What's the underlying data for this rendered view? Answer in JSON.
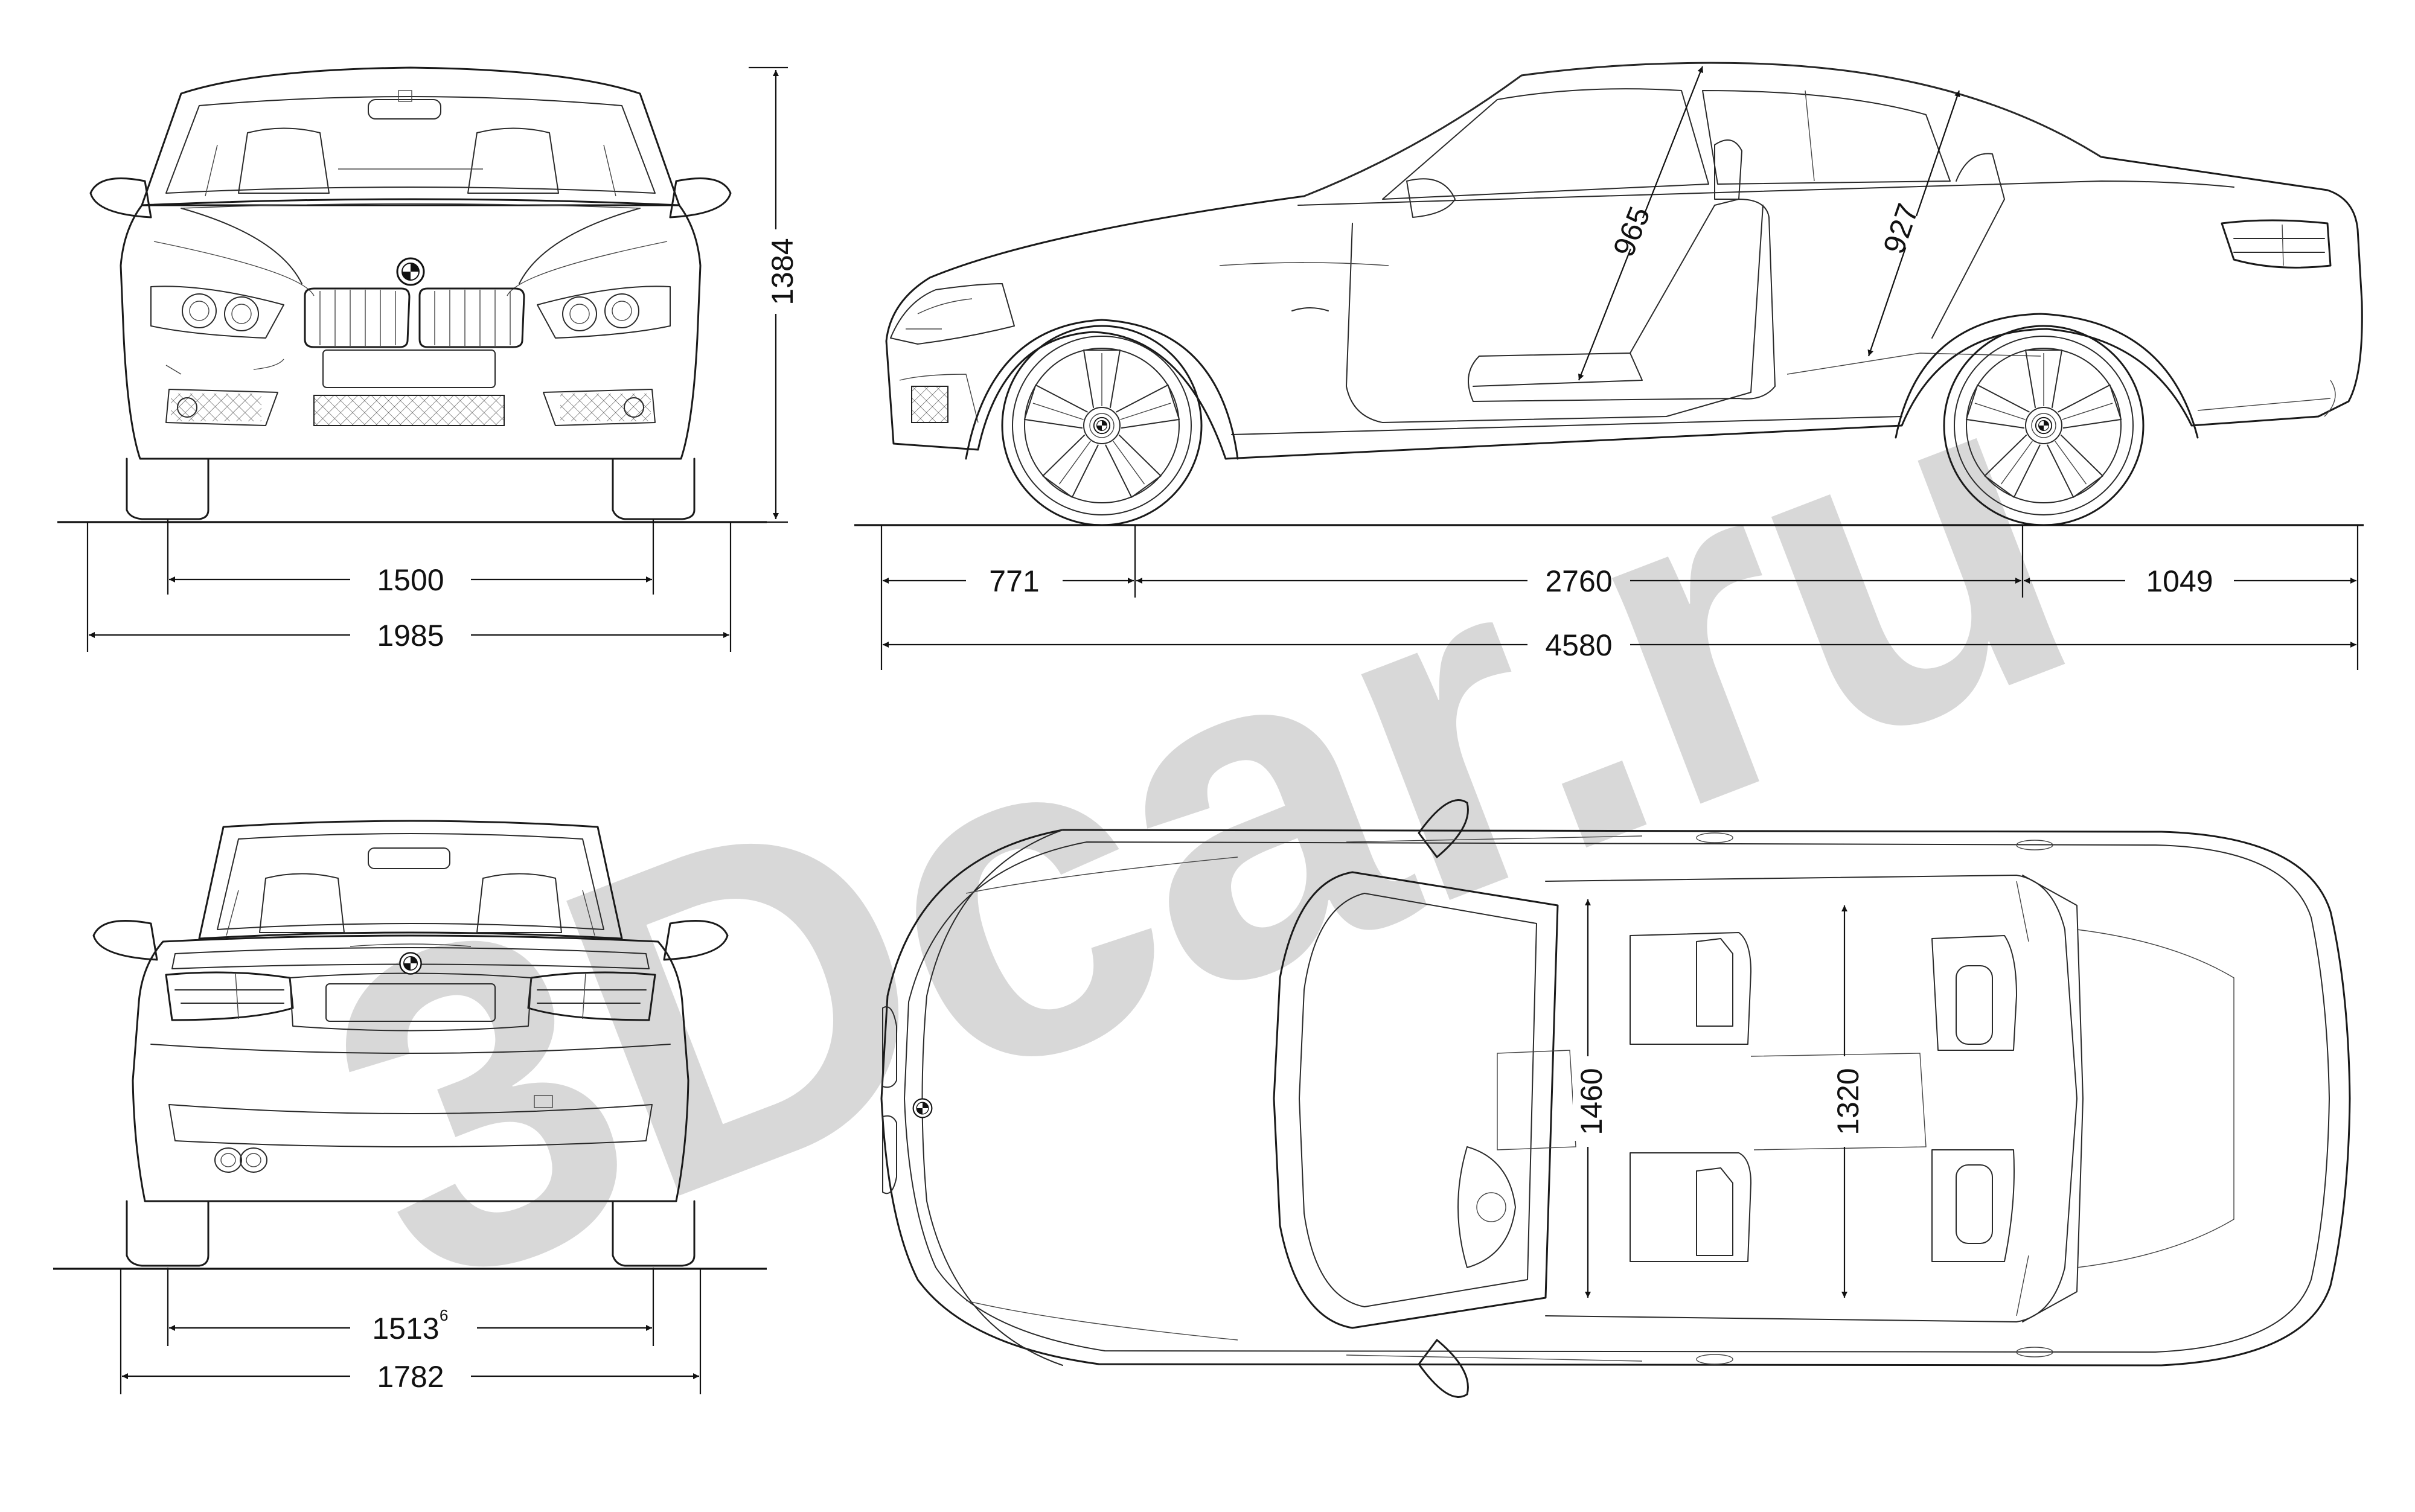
{
  "watermark": "3Dcar.ru",
  "dimensions": {
    "front_height": "1384",
    "front_track": "1500",
    "front_width": "1985",
    "front_overhang": "771",
    "wheelbase": "2760",
    "rear_overhang": "1049",
    "overall_length": "4580",
    "front_headroom": "965",
    "rear_headroom": "927",
    "rear_track_main": "1513",
    "rear_track_sup": "6",
    "body_width": "1782",
    "front_shoulder_width": "1460",
    "rear_shoulder_width": "1320"
  },
  "colors": {
    "line": "#1a1a1a",
    "watermark": "#cfcfcf",
    "background": "#ffffff"
  },
  "icons": [
    "bmw-roundel-icon",
    "wheel-rim-icon"
  ]
}
